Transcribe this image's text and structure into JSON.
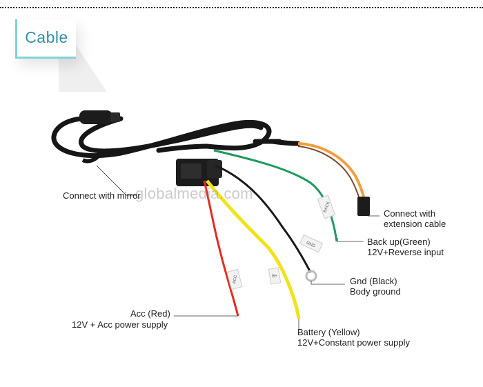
{
  "header": {
    "title": "Cable"
  },
  "watermark": "globalmedia.com",
  "tags": {
    "green_tag": "BACK",
    "black_tag": "GND",
    "red_tag": "ACC",
    "yellow_tag": "B+"
  },
  "labels": {
    "mirror": "Connect with mirror",
    "extension_line1": "Connect with",
    "extension_line2": "extension cable",
    "backup_line1": "Back up(Green)",
    "backup_line2": "12V+Reverse input",
    "gnd_line1": "Gnd (Black)",
    "gnd_line2": "Body ground",
    "acc_line1": "Acc (Red)",
    "acc_line2": "12V + Acc power supply",
    "battery_line1": "Battery (Yellow)",
    "battery_line2": "12V+Constant power supply"
  },
  "colors": {
    "accent": "#7fd3d6",
    "title": "#2f8fb0",
    "wire_red": "#e52b1f",
    "wire_yellow": "#f2e21a",
    "wire_green": "#1f9a5e",
    "wire_black": "#1a1a1a",
    "wire_orange": "#f0a040"
  }
}
